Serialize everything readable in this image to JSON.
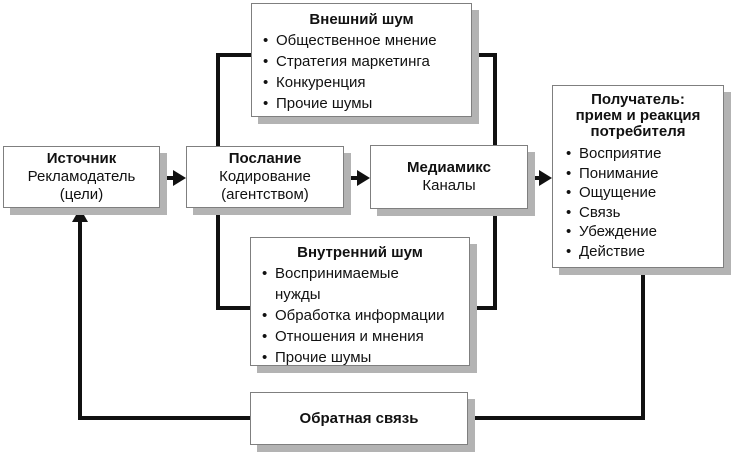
{
  "diagram_name": "advertising-communication-process",
  "colors": {
    "background": "#ffffff",
    "box_fill": "#ffffff",
    "box_border": "#7f7f7f",
    "box_shadow": "#b3b3b3",
    "line": "#111111",
    "text": "#111111"
  },
  "boxes": {
    "source": {
      "title": "Источник",
      "lines": [
        "Рекламодатель",
        "(цели)"
      ]
    },
    "message": {
      "title": "Послание",
      "lines": [
        "Кодирование",
        "(агентством)"
      ]
    },
    "media_mix": {
      "title": "Медиамикс",
      "lines": [
        "Каналы"
      ]
    },
    "receiver": {
      "title_lines": [
        "Получатель:",
        "прием и реакция",
        "потребителя"
      ],
      "items": [
        "Восприятие",
        "Понимание",
        "Ощущение",
        "Связь",
        "Убеждение",
        "Действие"
      ]
    },
    "external_noise": {
      "title": "Внешний шум",
      "items": [
        "Общественное мнение",
        "Стратегия маркетинга",
        "Конкуренция",
        "Прочие шумы"
      ]
    },
    "internal_noise": {
      "title": "Внутренний шум",
      "items": [
        "Воспринимаемые нужды",
        "Обработка информации",
        "Отношения и мнения",
        "Прочие шумы"
      ]
    },
    "feedback": {
      "title": "Обратная связь"
    }
  }
}
